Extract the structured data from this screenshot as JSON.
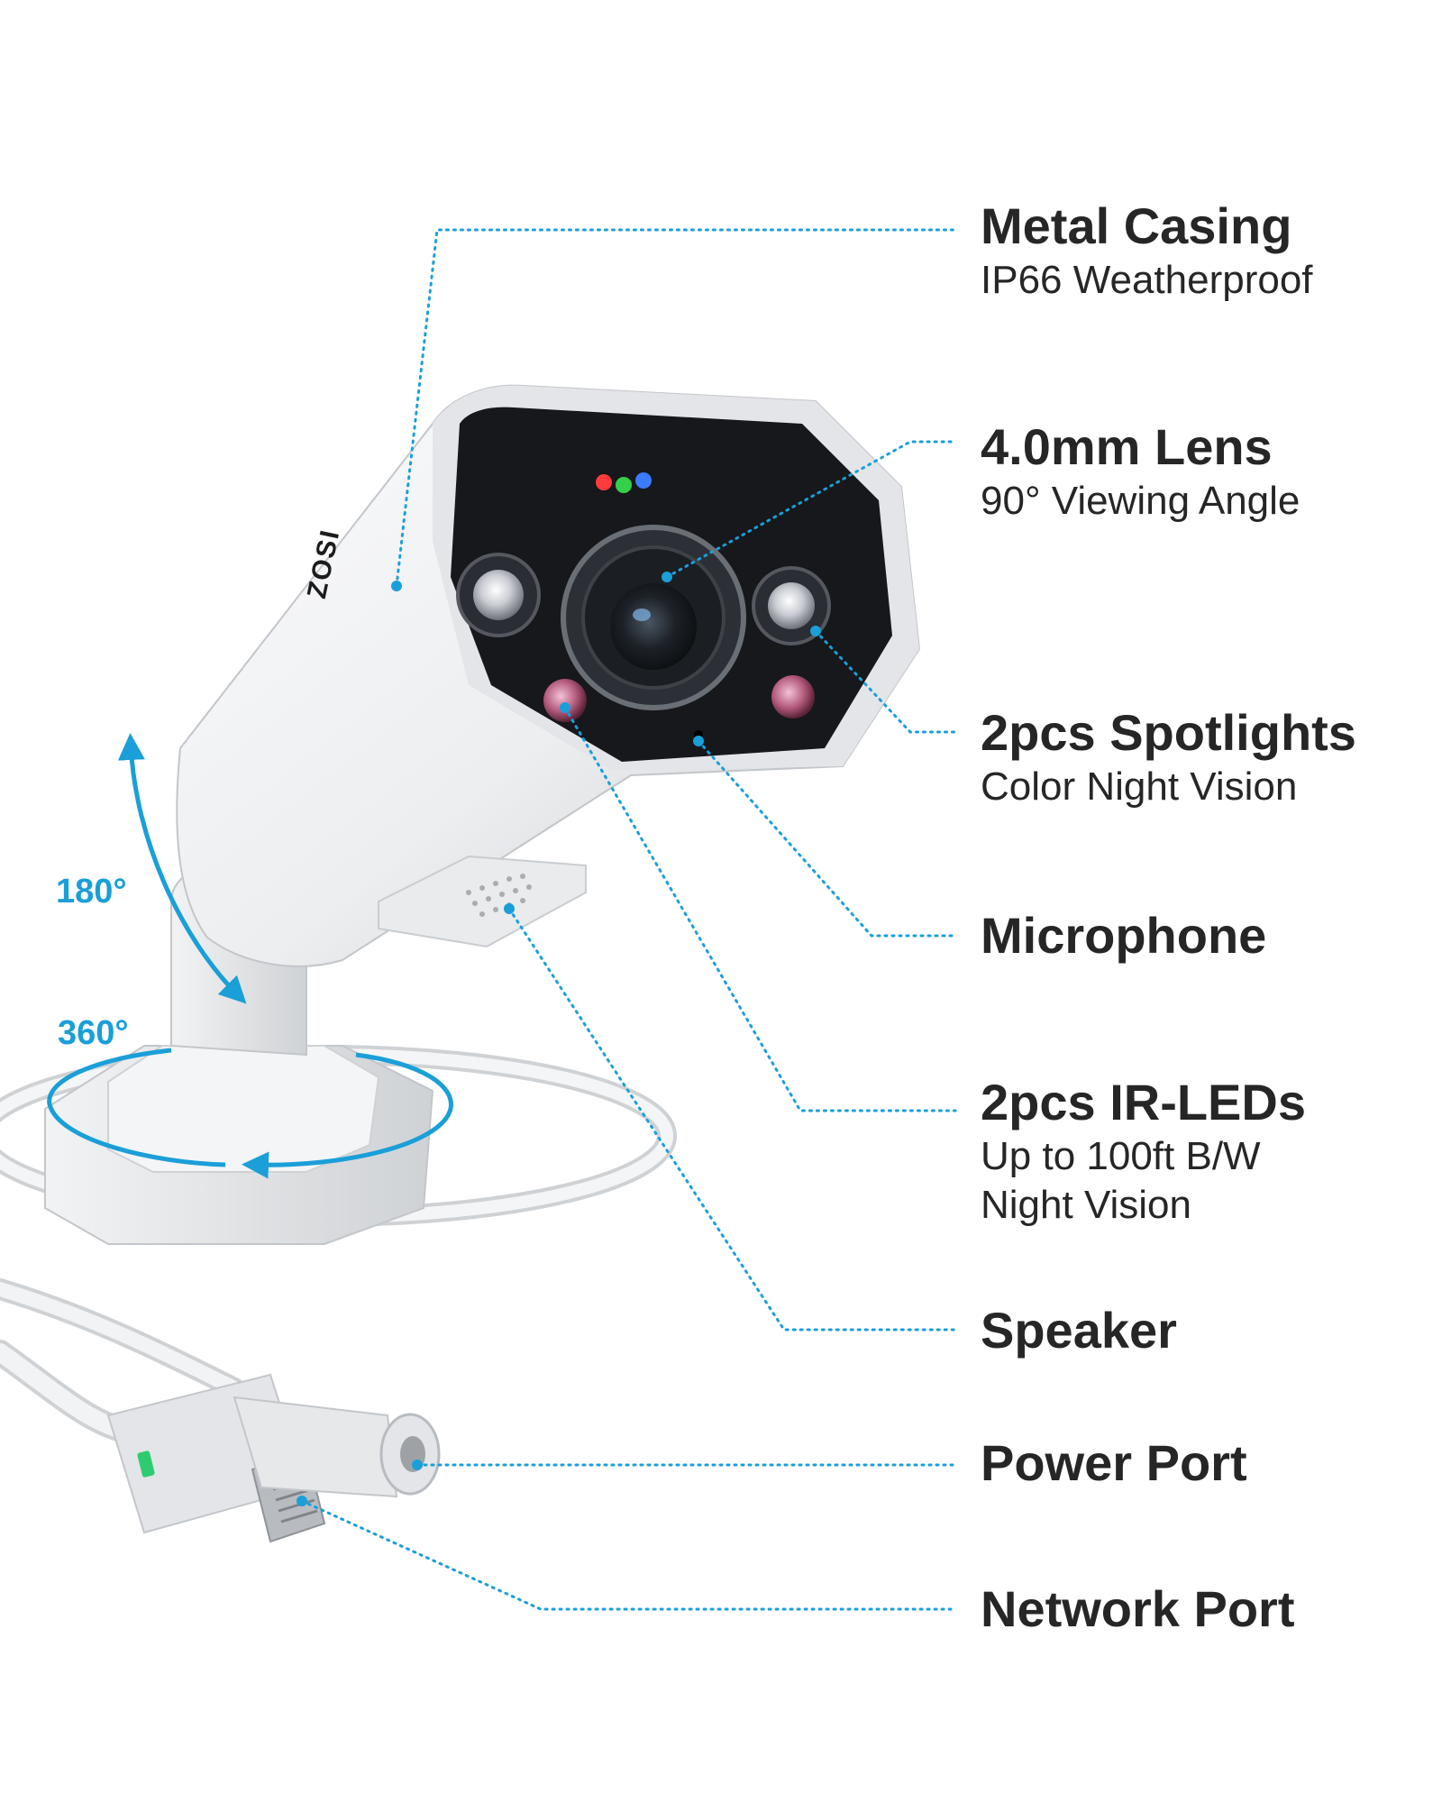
{
  "brand": {
    "logo_text": "ZOSI"
  },
  "rotation": {
    "tilt_label": "180°",
    "pan_label": "360°"
  },
  "features": [
    {
      "id": "metal-casing",
      "title": "Metal Casing",
      "subtitle": [
        "IP66 Weatherproof"
      ]
    },
    {
      "id": "lens",
      "title": "4.0mm Lens",
      "subtitle": [
        "90° Viewing Angle"
      ]
    },
    {
      "id": "spotlights",
      "title": "2pcs Spotlights",
      "subtitle": [
        "Color Night Vision"
      ]
    },
    {
      "id": "microphone",
      "title": "Microphone",
      "subtitle": []
    },
    {
      "id": "ir-leds",
      "title": "2pcs IR-LEDs",
      "subtitle": [
        "Up to 100ft B/W",
        "Night Vision"
      ]
    },
    {
      "id": "speaker",
      "title": "Speaker",
      "subtitle": []
    },
    {
      "id": "power-port",
      "title": "Power Port",
      "subtitle": []
    },
    {
      "id": "network-port",
      "title": "Network Port",
      "subtitle": []
    }
  ],
  "colors": {
    "accent": "#1a9fd8",
    "text": "#262626",
    "body": "#eef0f2",
    "face": "#16181c",
    "indicator_red": "#ff3b3b",
    "indicator_green": "#35d04a",
    "indicator_blue": "#3a7bff"
  }
}
